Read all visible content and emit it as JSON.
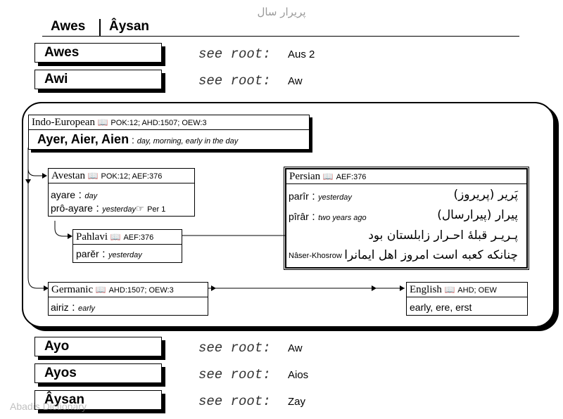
{
  "top_persian": "پریرار سال",
  "header": {
    "range_start": "Awes",
    "range_end": "Âysan"
  },
  "entries_top": [
    {
      "word": "Awes",
      "see_root": "see root:",
      "target": "Aus 2"
    },
    {
      "word": "Awi",
      "see_root": "see root:",
      "target": "Aw"
    }
  ],
  "root": {
    "lang_label": "Indo-European",
    "refs": "POK:12; AHD:1507; OEW:3",
    "headword": "Ayer, Aier, Aien",
    "gloss": "day, morning, early in the day"
  },
  "avestan": {
    "label": "Avestan",
    "refs": "POK:12; AEF:376",
    "word1": "ayare",
    "gloss1": "day",
    "word2": "prô-ayare",
    "gloss2": "yesterday",
    "per": "Per 1"
  },
  "pahlavi": {
    "label": "Pahlavi",
    "refs": "AEF:376",
    "word": "parěr",
    "gloss": "yesterday"
  },
  "persian": {
    "label": "Persian",
    "refs": "AEF:376",
    "w1": "parîr",
    "g1": "yesterday",
    "fa1": "پَریر (پریروز)",
    "w2": "pîrâr",
    "g2": "two years ago",
    "fa2": "پیرار (پیرارسال)",
    "fa3": "پـریـر قبلهٔ احـرار زابلستان بود",
    "poet": "Nâser-Khosrow",
    "fa4": "چنانکه کعبه است امروز اهل ایمانرا"
  },
  "germanic": {
    "label": "Germanic",
    "refs": "AHD:1507; OEW:3",
    "word": "airiz",
    "gloss": "early"
  },
  "english": {
    "label": "English",
    "refs": "AHD; OEW",
    "words": "early, ere, erst"
  },
  "entries_bottom": [
    {
      "word": "Ayo",
      "see_root": "see root:",
      "target": "Aw"
    },
    {
      "word": "Ayos",
      "see_root": "see root:",
      "target": "Aios"
    },
    {
      "word": "Âysan",
      "see_root": "see root:",
      "target": "Zay"
    }
  ],
  "watermark": "Abadis Dictionary",
  "icons": {
    "book": "book-icon",
    "hand": "pointing-hand-icon"
  }
}
